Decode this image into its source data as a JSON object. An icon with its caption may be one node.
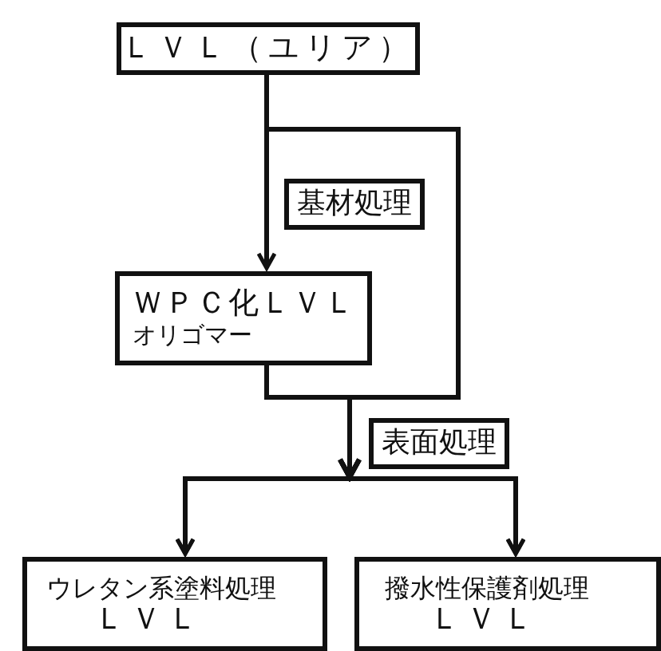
{
  "diagram": {
    "nodes": [
      {
        "text": [
          "ＬＶＬ（ユリア）"
        ]
      },
      {
        "text": [
          "ＷＰＣ化ＬＶＬ",
          "オリゴマー"
        ]
      },
      {
        "text": [
          "ウレタン系塗料処理",
          "ＬＶＬ"
        ]
      },
      {
        "text": [
          "撥水性保護剤処理",
          "ＬＶＬ"
        ]
      }
    ],
    "edges": [
      {
        "from": 0,
        "to": 1,
        "arrow": "to",
        "label": "基材処理"
      },
      {
        "from": 0,
        "to": 2,
        "arrow": "to"
      },
      {
        "from": 0,
        "to": 3,
        "arrow": "to"
      },
      {
        "from": 1,
        "to": 2,
        "arrow": "to",
        "label": "表面処理"
      },
      {
        "from": 1,
        "to": 3,
        "arrow": "to"
      }
    ]
  }
}
